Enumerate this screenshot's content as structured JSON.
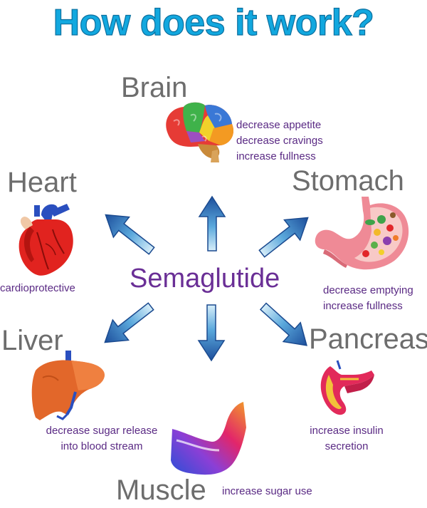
{
  "title": "How does it work?",
  "center": "Semaglutide",
  "organs": {
    "brain": {
      "name": "Brain",
      "effects": [
        "decrease appetite",
        "decrease cravings",
        "increase fullness"
      ]
    },
    "stomach": {
      "name": "Stomach",
      "effects": [
        "decrease emptying",
        "increase fullness"
      ]
    },
    "heart": {
      "name": "Heart",
      "effects": [
        "cardioprotective"
      ]
    },
    "pancreas": {
      "name": "Pancreas",
      "effects": [
        "increase insulin",
        "secretion"
      ]
    },
    "liver": {
      "name": "Liver",
      "effects": [
        "decrease sugar release",
        "into blood stream"
      ]
    },
    "muscle": {
      "name": "Muscle",
      "effects": [
        "increase sugar use"
      ]
    }
  },
  "icons": {
    "brain": "brain-icon",
    "heart": "heart-icon",
    "stomach": "stomach-icon",
    "liver": "liver-icon",
    "pancreas": "pancreas-icon",
    "muscle": "muscle-icon",
    "arrow": "arrow-icon"
  },
  "colors": {
    "title": "#12a8df",
    "accent": "#6a2f96",
    "arrow": "#1f5fa8",
    "label": "#6d6d6d"
  }
}
